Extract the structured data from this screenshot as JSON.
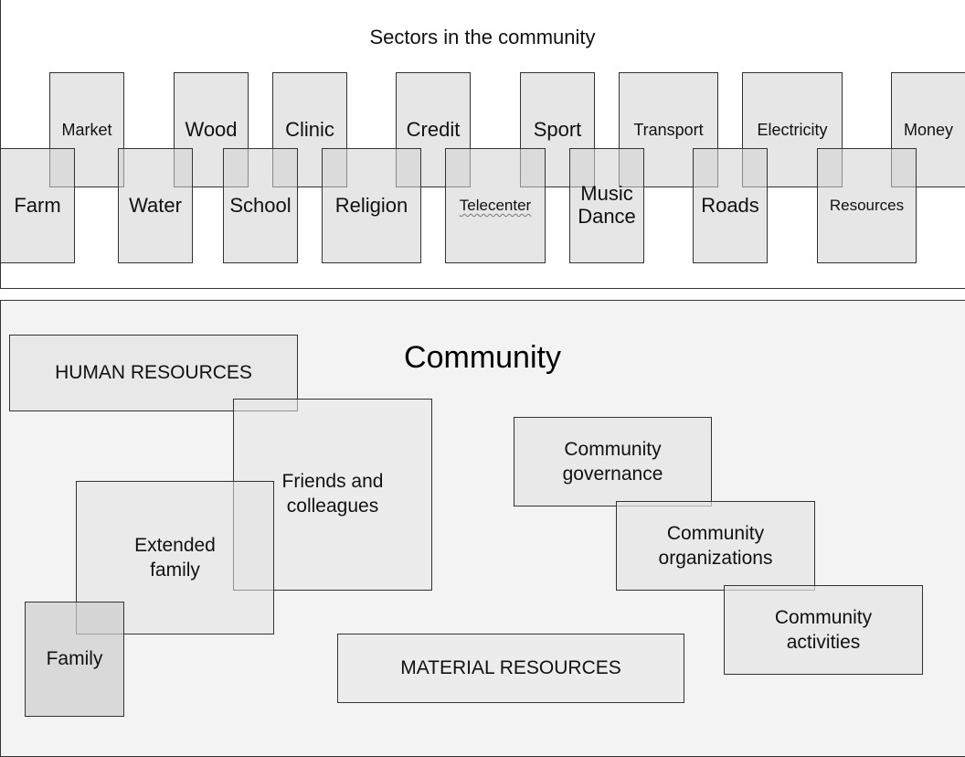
{
  "sectors": {
    "title": "Sectors in the community",
    "top_row": [
      "Market",
      "Wood",
      "Clinic",
      "Credit",
      "Sport",
      "Transport",
      "Electricity",
      "Money"
    ],
    "bottom_row": [
      "Farm",
      "Water",
      "School",
      "Religion",
      "Telecenter",
      "Music\nDance",
      "Roads",
      "Resources"
    ]
  },
  "community": {
    "title": "Community",
    "human_resources": "HUMAN RESOURCES",
    "friends": "Friends and colleagues",
    "extended_family": "Extended family",
    "family": "Family",
    "material_resources": "MATERIAL RESOURCES",
    "governance": "Community governance",
    "organizations": "Community organizations",
    "activities": "Community activities"
  }
}
